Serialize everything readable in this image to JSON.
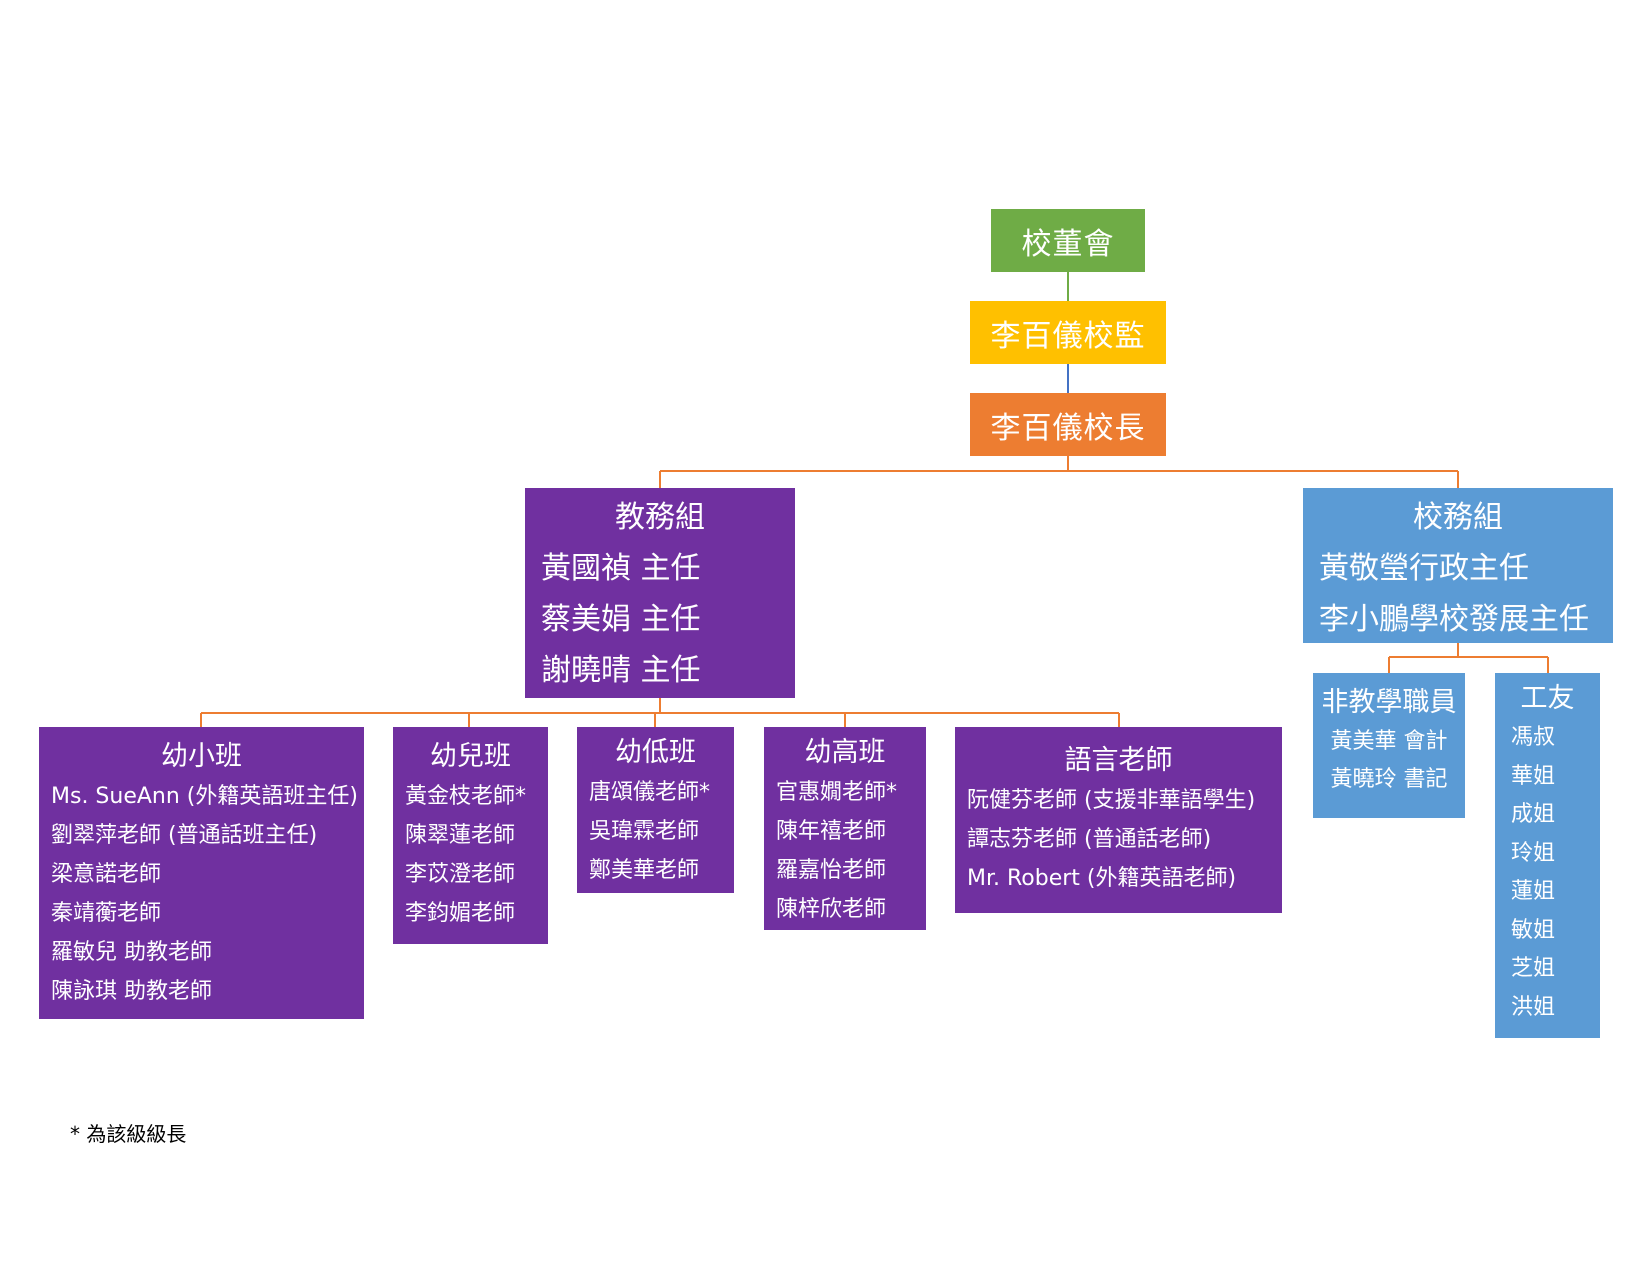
{
  "board": {
    "title": "校董會"
  },
  "supervisor": {
    "title": "李百儀校監"
  },
  "principal": {
    "title": "李百儀校長"
  },
  "academic": {
    "title": "教務組",
    "members": [
      "黃國禎 主任",
      "蔡美娟 主任",
      "謝曉晴 主任"
    ]
  },
  "admin": {
    "title": "校務組",
    "members": [
      "黃敬瑩行政主任",
      "李小鵬學校發展主任"
    ]
  },
  "nursery": {
    "title": "幼小班",
    "members": [
      "Ms. SueAnn (外籍英語班主任)",
      "劉翠萍老師 (普通話班主任)",
      "梁意諾老師",
      "秦靖蘅老師",
      "羅敏兒 助教老師",
      "陳詠琪 助教老師"
    ]
  },
  "k1": {
    "title": "幼兒班",
    "members": [
      "黃金枝老師*",
      "陳翠蓮老師",
      "李苡澄老師",
      "李鈞媚老師"
    ]
  },
  "k2": {
    "title": "幼低班",
    "members": [
      "唐頌儀老師*",
      "吳瑋霖老師",
      "鄭美華老師"
    ]
  },
  "k3": {
    "title": "幼高班",
    "members": [
      "官惠嫺老師*",
      "陳年禧老師",
      "羅嘉怡老師",
      "陳梓欣老師"
    ]
  },
  "language": {
    "title": "語言老師",
    "members": [
      "阮健芬老師 (支援非華語學生)",
      "譚志芬老師 (普通話老師)",
      "Mr. Robert (外籍英語老師)"
    ]
  },
  "nonteaching": {
    "title": "非教學職員",
    "members": [
      "黃美華 會計",
      "黃曉玲 書記"
    ]
  },
  "workers": {
    "title": "工友",
    "members": [
      "馮叔",
      "華姐",
      "成姐",
      "玲姐",
      "蓮姐",
      "敏姐",
      "芝姐",
      "洪姐"
    ]
  },
  "footnote": "* 為該級級長",
  "colors": {
    "green": "#6fac46",
    "yellow": "#ffc000",
    "orange": "#ed7d31",
    "purple": "#7030a0",
    "blue": "#5b9bd5",
    "connector": "#ed7d31"
  }
}
